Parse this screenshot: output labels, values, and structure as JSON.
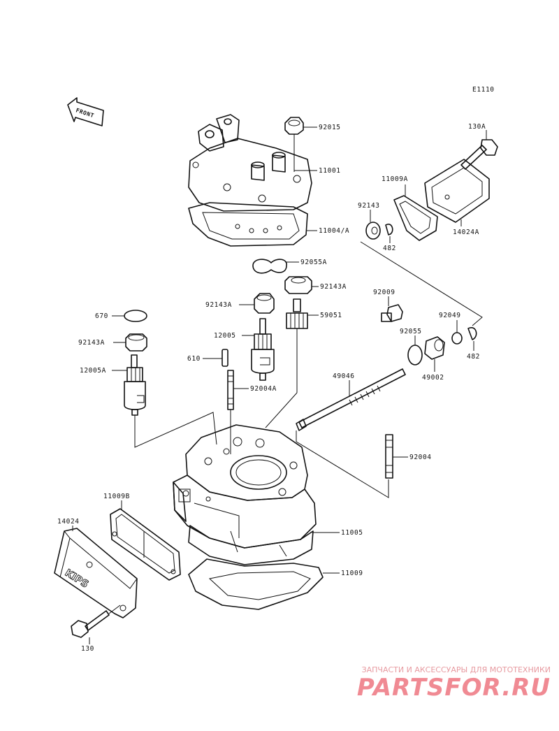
{
  "diagram": {
    "code": "E1110",
    "front_label": "FRONT",
    "cover_text": "KIPS",
    "labels": [
      {
        "id": "92015",
        "text": "92015"
      },
      {
        "id": "11001",
        "text": "11001"
      },
      {
        "id": "11004a",
        "text": "11004/A"
      },
      {
        "id": "92055a",
        "text": "92055A"
      },
      {
        "id": "92143a",
        "text": "92143A"
      },
      {
        "id": "59051",
        "text": "59051"
      },
      {
        "id": "92143a-2",
        "text": "92143A"
      },
      {
        "id": "12005",
        "text": "12005"
      },
      {
        "id": "670",
        "text": "670"
      },
      {
        "id": "92143a-3",
        "text": "92143A"
      },
      {
        "id": "12005a",
        "text": "12005A"
      },
      {
        "id": "610",
        "text": "610"
      },
      {
        "id": "92004a",
        "text": "92004A"
      },
      {
        "id": "130a",
        "text": "130A"
      },
      {
        "id": "11009a",
        "text": "11009A"
      },
      {
        "id": "92143",
        "text": "92143"
      },
      {
        "id": "14024a",
        "text": "14024A"
      },
      {
        "id": "482",
        "text": "482"
      },
      {
        "id": "92009",
        "text": "92009"
      },
      {
        "id": "92049",
        "text": "92049"
      },
      {
        "id": "92055",
        "text": "92055"
      },
      {
        "id": "482-2",
        "text": "482"
      },
      {
        "id": "49002",
        "text": "49002"
      },
      {
        "id": "49046",
        "text": "49046"
      },
      {
        "id": "92004",
        "text": "92004"
      },
      {
        "id": "11009b",
        "text": "11009B"
      },
      {
        "id": "14024",
        "text": "14024"
      },
      {
        "id": "11005",
        "text": "11005"
      },
      {
        "id": "11009",
        "text": "11009"
      },
      {
        "id": "130",
        "text": "130"
      }
    ]
  },
  "watermark": {
    "tagline": "ЗАПЧАСТИ И АКСЕССУАРЫ ДЛЯ МОТОТЕХНИКИ",
    "brand": "PARTSFOR.RU",
    "color": "#f08a93"
  }
}
